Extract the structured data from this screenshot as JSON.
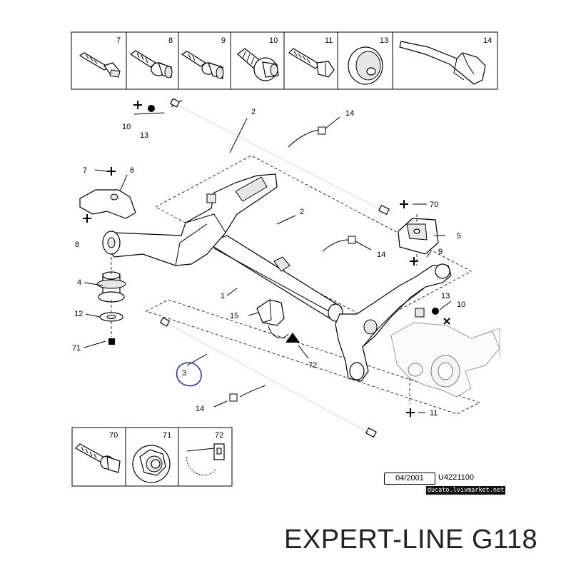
{
  "top_strip": [
    {
      "num": "7",
      "icon": "bolt-long-icon"
    },
    {
      "num": "8",
      "icon": "bolt-flanged-icon"
    },
    {
      "num": "9",
      "icon": "bolt-collar-icon"
    },
    {
      "num": "10",
      "icon": "bolt-washer-icon"
    },
    {
      "num": "11",
      "icon": "bolt-hex-icon"
    },
    {
      "num": "13",
      "icon": "washer-cup-icon"
    },
    {
      "num": "14",
      "icon": "heat-shield-icon"
    }
  ],
  "bottom_strip": [
    {
      "num": "70",
      "icon": "bolt-flanged-icon"
    },
    {
      "num": "71",
      "icon": "flange-nut-icon"
    },
    {
      "num": "72",
      "icon": "cable-tie-icon"
    }
  ],
  "callouts": {
    "c2a": "2",
    "c14a": "14",
    "c10a": "10",
    "c13a": "13",
    "c7": "7",
    "c6": "6",
    "c8": "8",
    "c2b": "2",
    "c70": "70",
    "c5": "5",
    "c14b": "14",
    "c9": "9",
    "c4": "4",
    "c1": "1",
    "c12": "12",
    "c15": "15",
    "c13b": "13",
    "c10b": "10",
    "c71": "71",
    "c72": "72",
    "c3": "3",
    "c14c": "14",
    "c11": "11"
  },
  "stamp": "04/2001",
  "code": "U4221100",
  "site": "ducato.lvivmarket.net",
  "caption": "EXPERT-LINE G118"
}
